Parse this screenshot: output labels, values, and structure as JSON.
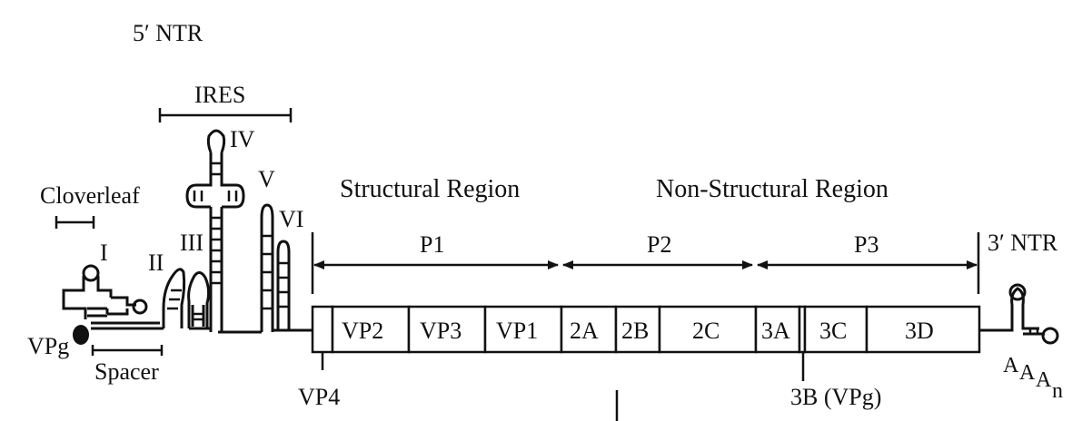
{
  "labels": {
    "ntr5": "5′ NTR",
    "ires": "IRES",
    "cloverleaf": "Cloverleaf",
    "i": "I",
    "ii": "II",
    "iii": "III",
    "iv": "IV",
    "v": "V",
    "vi": "VI",
    "vpg": "VPg",
    "spacer": "Spacer",
    "structural": "Structural Region",
    "nonstructural": "Non-Structural Region",
    "p1": "P1",
    "p2": "P2",
    "p3": "P3",
    "ntr3": "3′ NTR",
    "vp4": "VP4",
    "b3": "3B (VPg)",
    "polya_a": "A",
    "polya_n": "n"
  },
  "genome_segments": [
    "VP2",
    "VP3",
    "VP1",
    "2A",
    "2B",
    "2C",
    "3A",
    "3C",
    "3D"
  ]
}
